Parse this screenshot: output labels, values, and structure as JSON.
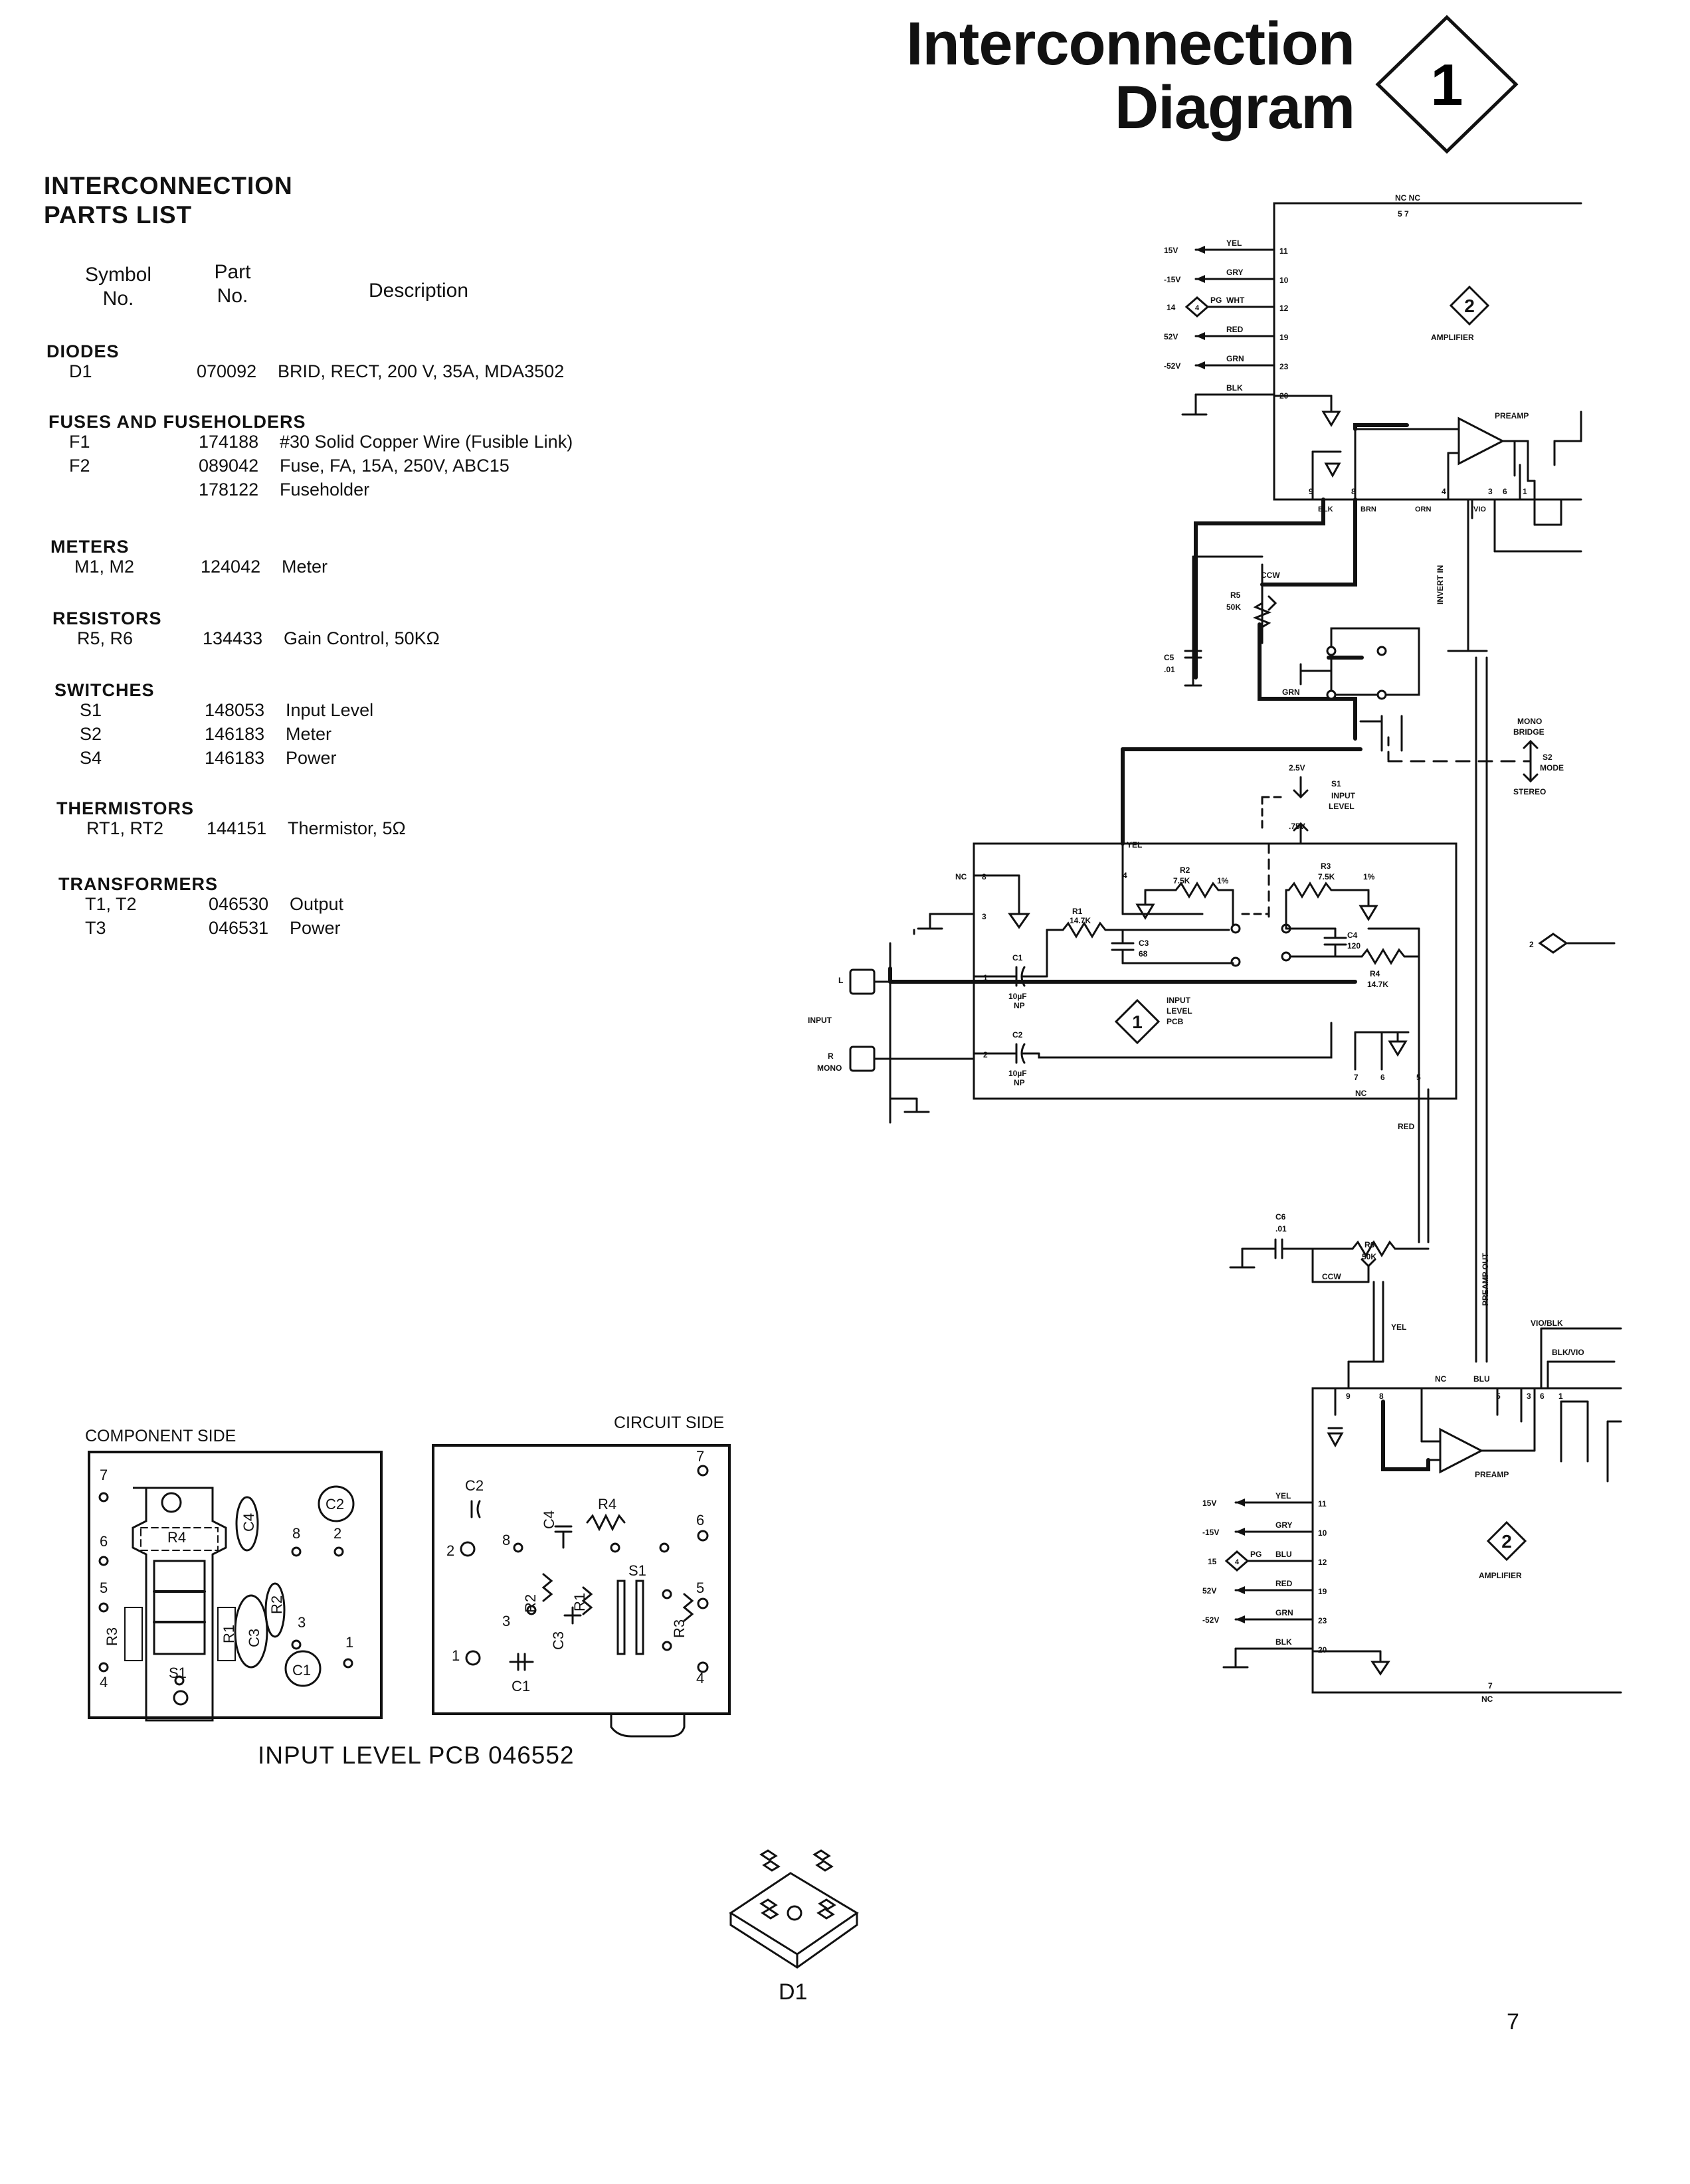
{
  "header": {
    "title_line1": "Interconnection",
    "title_line2": "Diagram",
    "diagram_number": "1"
  },
  "parts_list": {
    "heading_line1": "INTERCONNECTION",
    "heading_line2": "PARTS LIST",
    "col_symbol_line1": "Symbol",
    "col_symbol_line2": "No.",
    "col_part_line1": "Part",
    "col_part_line2": "No.",
    "col_description": "Description",
    "sections": [
      {
        "name": "DIODES",
        "rows": [
          {
            "symbol": "D1",
            "part": "070092",
            "description": "BRID, RECT, 200 V, 35A, MDA3502"
          }
        ]
      },
      {
        "name": "FUSES AND FUSEHOLDERS",
        "rows": [
          {
            "symbol": "F1",
            "part": "174188",
            "description": "#30 Solid Copper Wire (Fusible Link)"
          },
          {
            "symbol": "F2",
            "part": "089042",
            "description": "Fuse, FA, 15A, 250V, ABC15"
          },
          {
            "symbol": "",
            "part": "178122",
            "description": "Fuseholder"
          }
        ]
      },
      {
        "name": "METERS",
        "rows": [
          {
            "symbol": "M1, M2",
            "part": "124042",
            "description": "Meter"
          }
        ]
      },
      {
        "name": "RESISTORS",
        "rows": [
          {
            "symbol": "R5, R6",
            "part": "134433",
            "description": "Gain Control, 50KΩ"
          }
        ]
      },
      {
        "name": "SWITCHES",
        "rows": [
          {
            "symbol": "S1",
            "part": "148053",
            "description": "Input Level"
          },
          {
            "symbol": "S2",
            "part": "146183",
            "description": "Meter"
          },
          {
            "symbol": "S4",
            "part": "146183",
            "description": "Power"
          }
        ]
      },
      {
        "name": "THERMISTORS",
        "rows": [
          {
            "symbol": "RT1, RT2",
            "part": "144151",
            "description": "Thermistor, 5Ω"
          }
        ]
      },
      {
        "name": "TRANSFORMERS",
        "rows": [
          {
            "symbol": "T1, T2",
            "part": "046530",
            "description": "Output"
          },
          {
            "symbol": "T3",
            "part": "046531",
            "description": "Power"
          }
        ]
      }
    ]
  },
  "schematic": {
    "top_amp": {
      "block_label": "AMPLIFIER",
      "block_number": "2",
      "nc_top": "NC NC",
      "nc_top_pins": "5 7",
      "preamp": "PREAMP",
      "bottom_pins": [
        "9",
        "8",
        "4",
        "3",
        "6",
        "1"
      ],
      "wire_labels_bottom": [
        "BLK",
        "BRN",
        "ORN",
        "VIO"
      ],
      "inputs": [
        {
          "source": "15V",
          "wire": "YEL",
          "pin": "11"
        },
        {
          "source": "-15V",
          "wire": "GRY",
          "pin": "10"
        },
        {
          "source": "14",
          "wire": "WHT",
          "pin": "12",
          "tag": "PG"
        },
        {
          "source": "52V",
          "wire": "RED",
          "pin": "19"
        },
        {
          "source": "-52V",
          "wire": "GRN",
          "pin": "23"
        },
        {
          "source": "",
          "wire": "BLK",
          "pin": "20"
        }
      ],
      "diamond_tag": "4"
    },
    "r5": {
      "label": "R5",
      "value": "50K",
      "ccw": "CCW"
    },
    "c5": {
      "label": "C5",
      "value": ".01"
    },
    "invert_in": "INVERT IN",
    "grn": "GRN",
    "mode": {
      "mono": "MONO",
      "bridge": "BRIDGE",
      "s2": "S2",
      "mode": "MODE",
      "stereo": "STEREO"
    },
    "s1": {
      "v1": "2.5V",
      "label": "S1",
      "input": "INPUT",
      "level": "LEVEL",
      "v2": ".75V"
    },
    "pcb": {
      "yel": "YEL",
      "nc_left": "NC",
      "pins": [
        "8",
        "3",
        "4",
        "1",
        "2",
        "7",
        "6",
        "5"
      ],
      "r1": "R1",
      "r1_val": "14.7K",
      "r2": "R2",
      "r2_val": "7.5K",
      "r2_tol": "1%",
      "r3": "R3",
      "r3_val": "7.5K",
      "r3_tol": "1%",
      "c3": "C3",
      "c3_val": "68",
      "c4": "C4",
      "c4_val": "120",
      "r4": "R4",
      "r4_val": "14.7K",
      "c1": "C1",
      "c1_val": "10µF",
      "c1_np": "NP",
      "c2": "C2",
      "c2_val": "10µF",
      "c2_np": "NP",
      "label1": "INPUT",
      "label2": "LEVEL",
      "label3": "PCB",
      "diamond": "1",
      "nc_bottom": "NC"
    },
    "input": {
      "label": "INPUT",
      "l": "L",
      "r": "R",
      "mono": "MONO"
    },
    "right_tag": "2",
    "red": "RED",
    "c6": {
      "label": "C6",
      "value": ".01"
    },
    "r6": {
      "label": "R6",
      "value": "50K",
      "ccw": "CCW"
    },
    "yel2": "YEL",
    "preamp_out": "PREAMP OUT",
    "bot_amp": {
      "block_label": "AMPLIFIER",
      "block_number": "2",
      "vio_blk": "VIO/BLK",
      "blk_vio": "BLK/VIO",
      "nc": "NC",
      "blu": "BLU",
      "top_pins": [
        "9",
        "8",
        "5",
        "3",
        "6",
        "1"
      ],
      "preamp": "PREAMP",
      "inputs": [
        {
          "source": "15V",
          "wire": "YEL",
          "pin": "11"
        },
        {
          "source": "-15V",
          "wire": "GRY",
          "pin": "10"
        },
        {
          "source": "15",
          "wire": "BLU",
          "pin": "12",
          "tag": "PG"
        },
        {
          "source": "52V",
          "wire": "RED",
          "pin": "19"
        },
        {
          "source": "-52V",
          "wire": "GRN",
          "pin": "23"
        },
        {
          "source": "",
          "wire": "BLK",
          "pin": "20"
        }
      ],
      "diamond_tag": "4",
      "pin7": "7",
      "nc_bottom": "NC"
    }
  },
  "boards": {
    "component_side_label": "COMPONENT SIDE",
    "circuit_side_label": "CIRCUIT SIDE",
    "component_side": {
      "pins": [
        "7",
        "6",
        "5",
        "4",
        "8",
        "2",
        "3",
        "1"
      ],
      "parts": [
        "C2",
        "R4",
        "C4",
        "R2",
        "R3",
        "R1",
        "C3",
        "S1",
        "C1"
      ]
    },
    "circuit_side": {
      "pins": [
        "7",
        "6",
        "2",
        "8",
        "5",
        "3",
        "1",
        "4"
      ],
      "parts": [
        "C2",
        "C4",
        "R4",
        "S1",
        "R2",
        "R1",
        "C3",
        "R3",
        "C1"
      ]
    },
    "caption": "INPUT LEVEL PCB 046552",
    "d1_label": "D1"
  },
  "page_number": "7"
}
